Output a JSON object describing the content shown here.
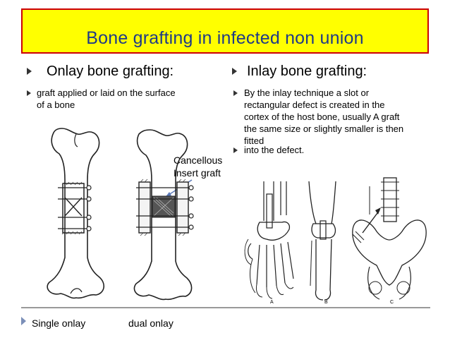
{
  "title": "Bone grafting in infected non union",
  "left": {
    "heading": "Onlay bone grafting:",
    "bullet_1_line_1": "graft applied or laid on the surface",
    "bullet_1_line_2": "of a bone"
  },
  "right": {
    "heading": "Inlay bone grafting:",
    "bullet_1_lines": [
      "By the inlay technique a slot or",
      "rectangular defect is created in the",
      "cortex of the host bone, usually  A graft",
      "the same size or slightly smaller is then",
      "fitted"
    ],
    "bullet_2": "into the defect."
  },
  "annotation": {
    "line_1": "Cancellous",
    "line_2": "Insert graft"
  },
  "figure_labels": [
    "A",
    "B",
    "C"
  ],
  "captions": {
    "single": "Single onlay",
    "dual": "dual onlay"
  },
  "colors": {
    "title_bg": "#ffff00",
    "title_border": "#cc0000",
    "title_text": "#1f3a87",
    "arrow": "#5b79b8"
  }
}
